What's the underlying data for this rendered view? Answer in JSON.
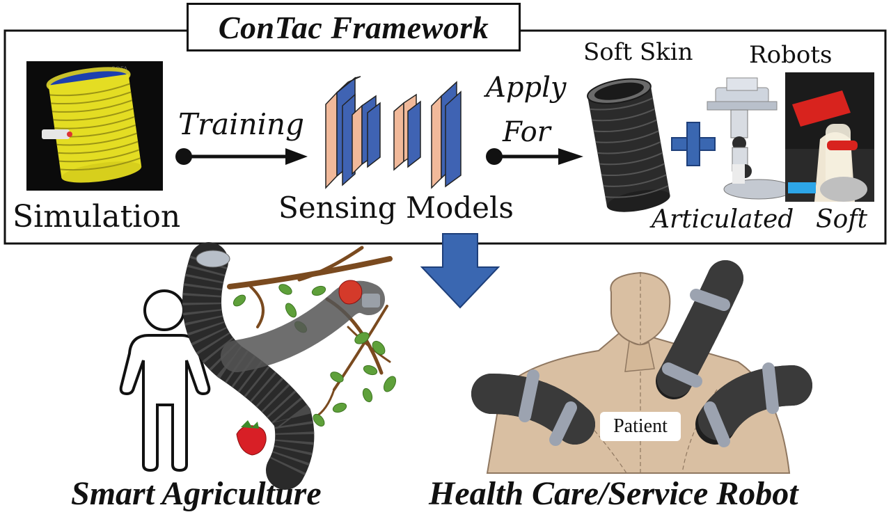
{
  "framework": {
    "title": "ConTac Framework",
    "simulation_label": "Simulation",
    "training_label": "Training",
    "sensing_models_label": "Sensing Models",
    "apply_label_1": "Apply",
    "apply_label_2": "For",
    "soft_skin_label": "Soft Skin",
    "robots_label": "Robots",
    "articulated_label": "Articulated",
    "soft_label": "Soft"
  },
  "applications": {
    "agriculture_caption": "Smart Agriculture",
    "healthcare_caption": "Health Care/Service Robot",
    "patient_label": "Patient"
  },
  "icons": {
    "down_arrow": "down-arrow-icon",
    "plus": "plus-icon",
    "person": "person-outline-icon",
    "strawberry": "strawberry-icon"
  },
  "colors": {
    "accent_blue": "#3a67b1",
    "cnn_blue": "#3f63b3",
    "cnn_peach": "#f1b99a",
    "sim_yellow": "#e9e22a",
    "soft_red": "#d8231e",
    "skin_beige": "#d9bfa2",
    "leaf_green": "#5ea03a",
    "branch_brown": "#7a4a1f"
  }
}
